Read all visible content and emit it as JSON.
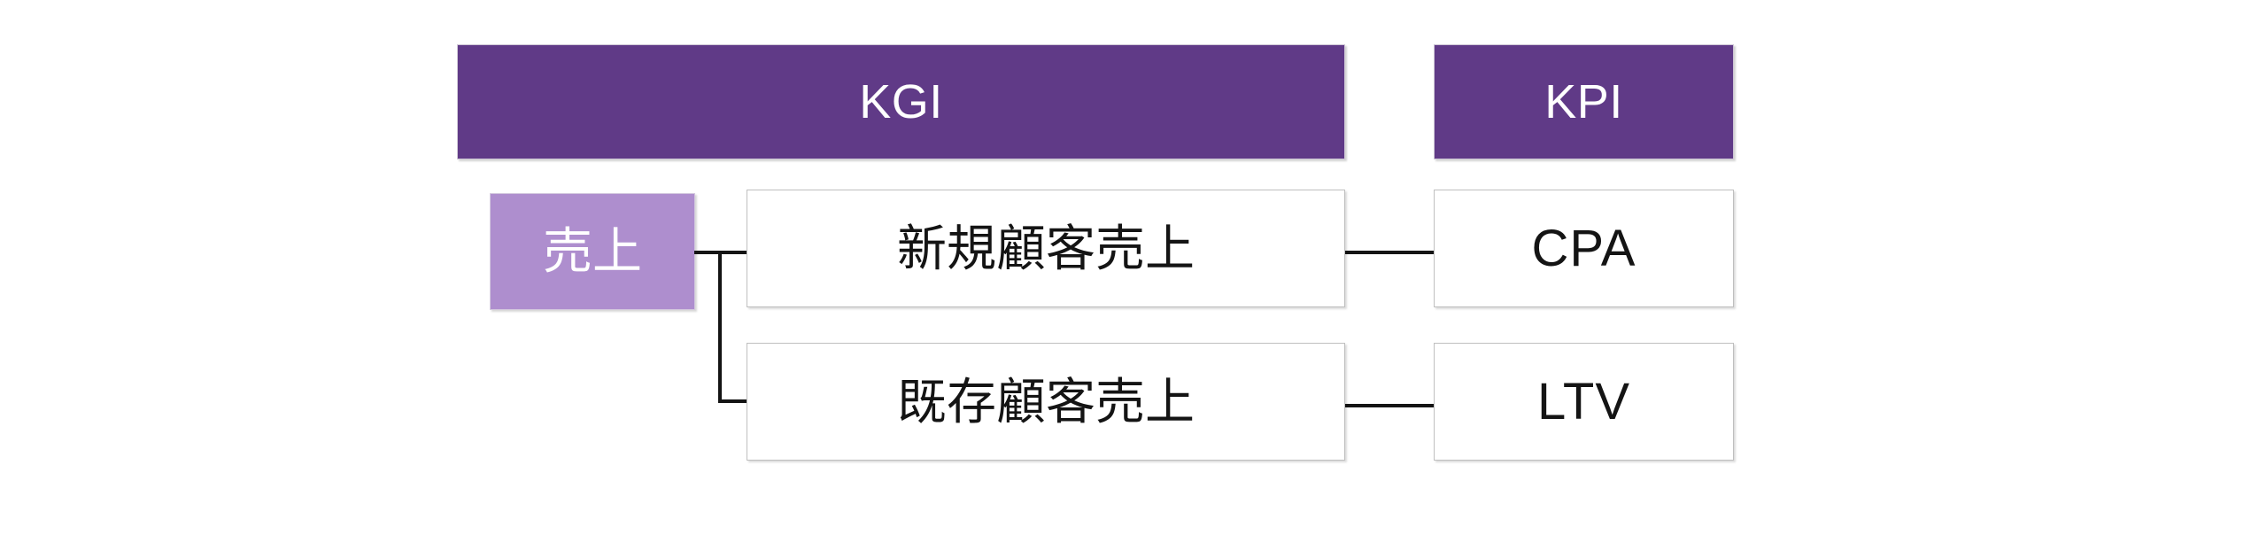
{
  "diagram": {
    "type": "tree",
    "title_columns": [
      {
        "id": "kgi",
        "label": "KGI"
      },
      {
        "id": "kpi",
        "label": "KPI"
      }
    ],
    "root": {
      "id": "uriage",
      "label": "売上"
    },
    "rows": [
      {
        "kgi": "新規顧客売上",
        "kpi": "CPA"
      },
      {
        "kgi": "既存顧客売上",
        "kpi": "LTV"
      }
    ],
    "colors": {
      "header_fill": "#603A87",
      "header_text": "#FFFFFF",
      "root_fill": "#AE8ECE",
      "root_text": "#FFFFFF",
      "box_fill": "#FFFFFF",
      "box_border": "#BFBFBF",
      "box_text": "#141414",
      "connector": "#141414",
      "background": "#FFFFFF"
    }
  }
}
